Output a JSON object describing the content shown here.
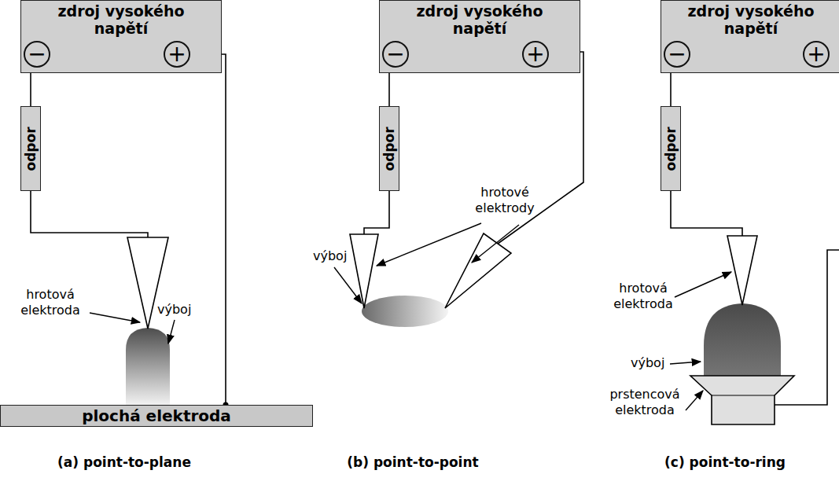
{
  "diagram": {
    "nodes": [
      {
        "text": [
          "zdroj vysokého napětí"
        ]
      },
      {
        "text": [
          "−"
        ],
        "in": 0
      },
      {
        "text": [
          "+"
        ],
        "in": 0
      },
      {
        "text": [
          "odpor"
        ]
      },
      {
        "text": [
          "plochá elektroda"
        ]
      },
      {
        "text": [
          "zdroj vysokého napětí"
        ]
      },
      {
        "text": [
          "−"
        ],
        "in": 5
      },
      {
        "text": [
          "+"
        ],
        "in": 5
      },
      {
        "text": [
          "odpor"
        ]
      },
      {
        "text": [
          "zdroj vysokého napětí"
        ]
      },
      {
        "text": [
          "−"
        ],
        "in": 9
      },
      {
        "text": [
          "+"
        ],
        "in": 9
      },
      {
        "text": [
          "odpor"
        ]
      }
    ],
    "edges": [
      {
        "from": 1,
        "to": 3,
        "arrow": "none"
      },
      {
        "from": 2,
        "to": 4,
        "arrow": "none"
      },
      {
        "from": 6,
        "to": 8,
        "arrow": "none"
      },
      {
        "from": 10,
        "to": 12,
        "arrow": "none"
      }
    ],
    "labels": [
      "hrotová elektroda",
      "výboj",
      "(a) point-to-plane",
      "hrotové elektrody",
      "výboj",
      "(b) point-to-point",
      "hrotová elektroda",
      "výboj",
      "prstencová elektroda",
      "(c) point-to-ring"
    ]
  }
}
